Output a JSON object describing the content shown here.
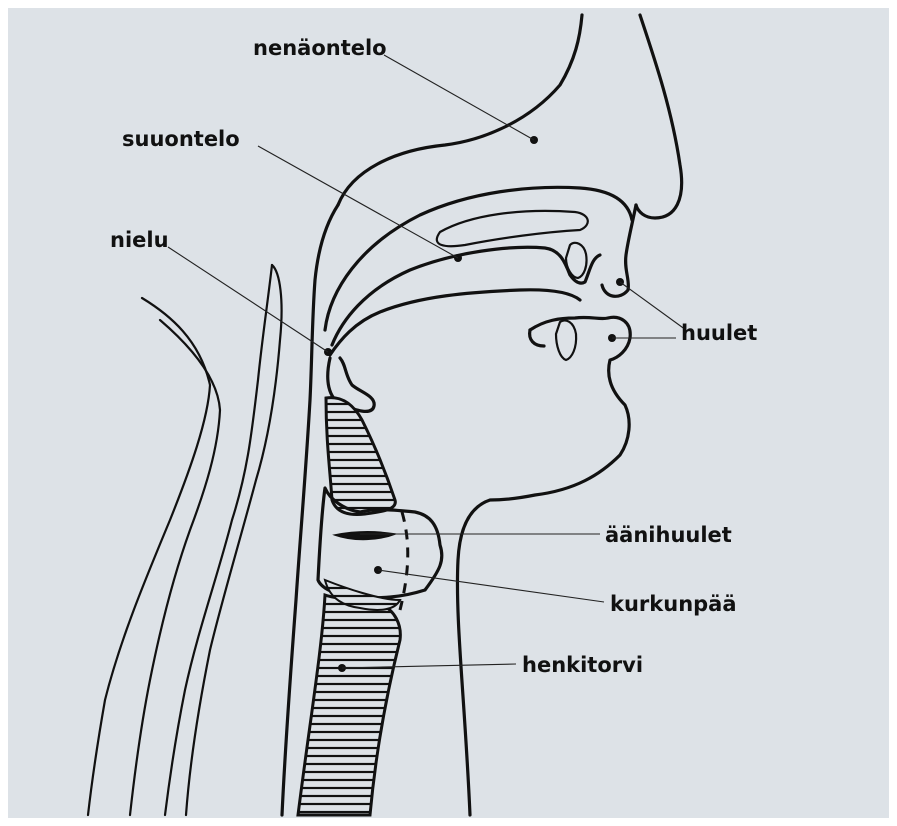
{
  "colors": {
    "background": "#dde2e7",
    "ink": "#111111",
    "border": "#ffffff"
  },
  "labels": {
    "nasal_cavity": "nenäontelo",
    "oral_cavity": "suuontelo",
    "pharynx": "nielu",
    "lips": "huulet",
    "vocal_folds": "äänihuulet",
    "larynx": "kurkunpää",
    "trachea": "henkitorvi"
  }
}
